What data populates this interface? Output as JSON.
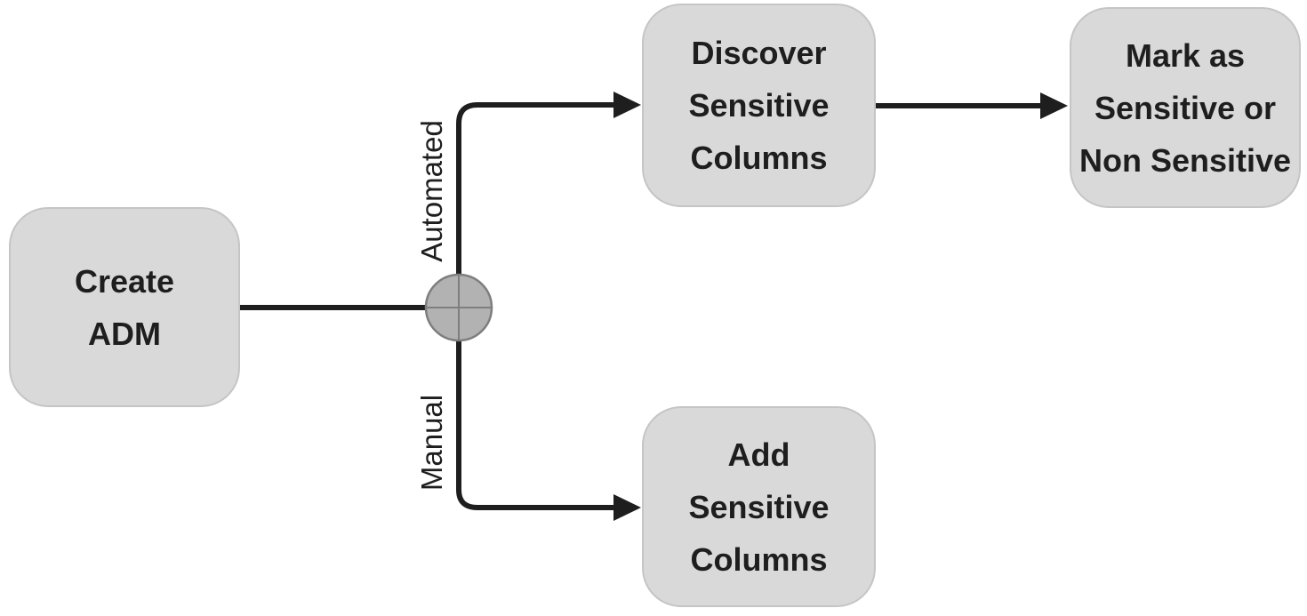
{
  "theme": {
    "background": "#ffffff",
    "node_fill": "#d9d9d9",
    "node_border": "#c5c5c5",
    "node_text_color": "#1e1e1e",
    "connector_color": "#1e1e1e",
    "junction_fill": "#b2b2b2",
    "junction_border": "#7e7e7e"
  },
  "flowchart": {
    "nodes": {
      "create_adm": {
        "lines": [
          "Create",
          "ADM"
        ]
      },
      "discover_sensitive_columns": {
        "lines": [
          "Discover",
          "Sensitive",
          "Columns"
        ]
      },
      "mark_sensitive": {
        "lines": [
          "Mark as",
          "Sensitive or",
          "Non Sensitive"
        ]
      },
      "add_sensitive_columns": {
        "lines": [
          "Add",
          "Sensitive",
          "Columns"
        ]
      }
    },
    "edge_labels": {
      "automated": "Automated",
      "manual": "Manual"
    }
  }
}
